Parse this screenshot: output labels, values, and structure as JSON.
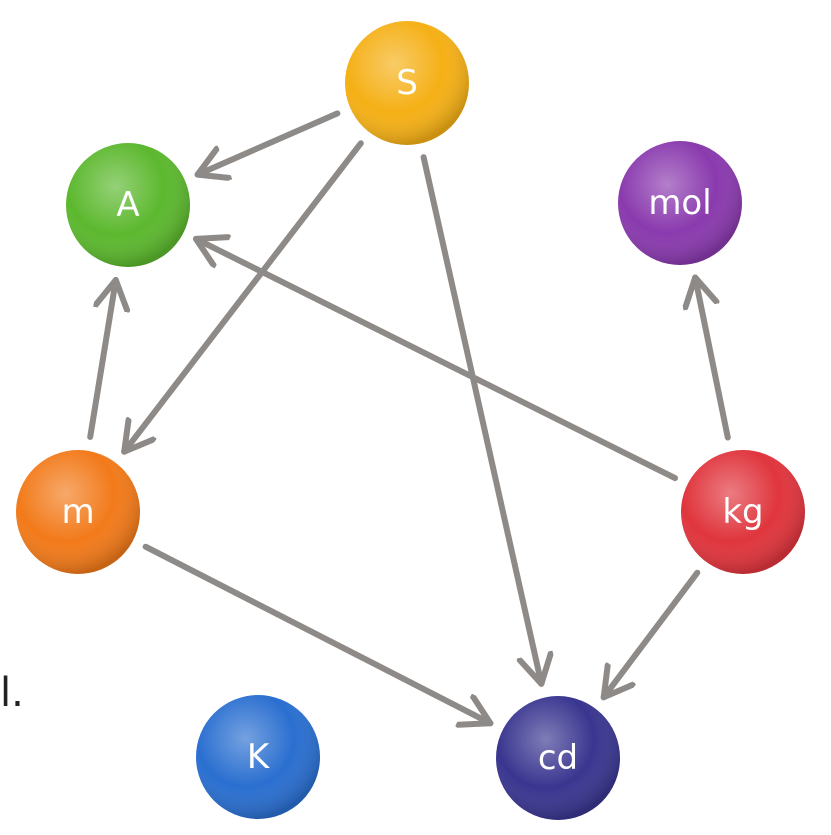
{
  "diagram": {
    "nodes": [
      {
        "id": "s",
        "label": "S",
        "color": "#F5B016"
      },
      {
        "id": "a",
        "label": "A",
        "color": "#5CB82E"
      },
      {
        "id": "mol",
        "label": "mol",
        "color": "#8A3AAE"
      },
      {
        "id": "m",
        "label": "m",
        "color": "#F27A1A"
      },
      {
        "id": "kg",
        "label": "kg",
        "color": "#E0353D"
      },
      {
        "id": "k",
        "label": "K",
        "color": "#2A6FD0"
      },
      {
        "id": "cd",
        "label": "cd",
        "color": "#3A3690"
      }
    ],
    "edges": [
      {
        "from": "s",
        "to": "a"
      },
      {
        "from": "s",
        "to": "m"
      },
      {
        "from": "s",
        "to": "cd"
      },
      {
        "from": "kg",
        "to": "a"
      },
      {
        "from": "kg",
        "to": "mol"
      },
      {
        "from": "kg",
        "to": "cd"
      },
      {
        "from": "m",
        "to": "a"
      },
      {
        "from": "m",
        "to": "cd"
      }
    ],
    "arrow_color": "#8E8A88",
    "stray_mark": "l."
  }
}
